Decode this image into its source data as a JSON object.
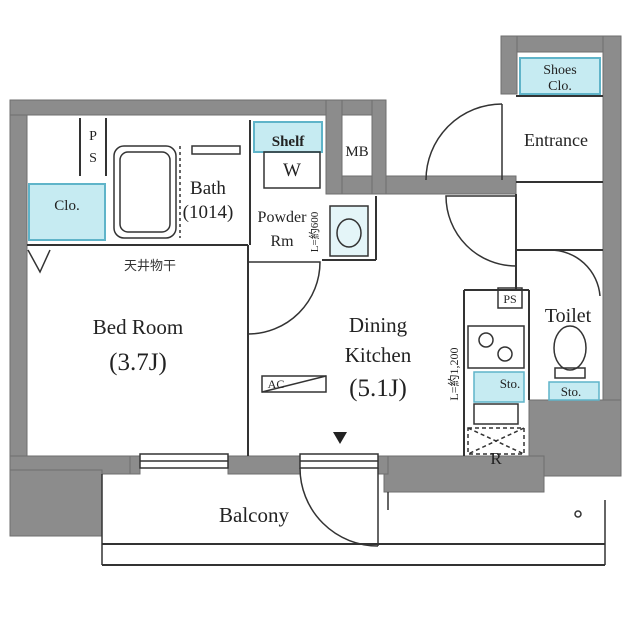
{
  "colors": {
    "wall": "#8c8c8c",
    "wall_edge": "#6e6e6e",
    "line": "#333333",
    "storage_fill": "#c6ebf2",
    "storage_edge": "#5fb4c9",
    "floor": "#ffffff"
  },
  "rooms": {
    "bedroom": {
      "name": "Bed Room",
      "size": "(3.7J)"
    },
    "dining": {
      "name_line1": "Dining",
      "name_line2": "Kitchen",
      "size": "(5.1J)"
    },
    "bath": {
      "name": "Bath",
      "size": "(1014)"
    },
    "powder": {
      "line1": "Powder",
      "line2": "Rm"
    },
    "entrance": {
      "name": "Entrance"
    },
    "toilet": {
      "name": "Toilet"
    },
    "balcony": {
      "name": "Balcony"
    }
  },
  "storage": {
    "shoes": {
      "line1": "Shoes",
      "line2": "Clo."
    },
    "shelf": "Shelf",
    "closet": "Clo.",
    "sto_upper": "Sto.",
    "sto_lower": "Sto."
  },
  "labels": {
    "ps_left_1": "P",
    "ps_left_2": "S",
    "ps_right": "PS",
    "mb": "MB",
    "washer": "W",
    "ac": "AC",
    "fridge": "R",
    "ceiling_dryer": "天井物干",
    "sink_dim": "L=約600",
    "kitchen_dim": "L=約1,200"
  },
  "icons": {
    "entry_marker": "triangle-down"
  }
}
